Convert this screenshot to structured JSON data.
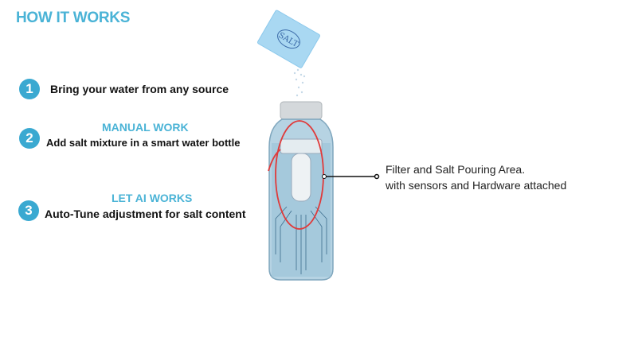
{
  "title": "HOW IT WORKS",
  "steps": [
    {
      "number": "1",
      "heading": "",
      "text": "Bring your water from any source"
    },
    {
      "number": "2",
      "heading": "MANUAL  WORK",
      "text": "Add salt mixture in a smart water bottle"
    },
    {
      "number": "3",
      "heading": "LET AI WORKS",
      "text": "Auto-Tune adjustment for salt content"
    }
  ],
  "illustration": {
    "packet_label": "SALT",
    "callout_line1": "Filter and Salt Pouring Area.",
    "callout_line2": "with sensors and Hardware attached"
  },
  "colors": {
    "accent": "#4ab3d6",
    "number_badge": "#3aa9d1",
    "highlight": "#e03a3a"
  }
}
